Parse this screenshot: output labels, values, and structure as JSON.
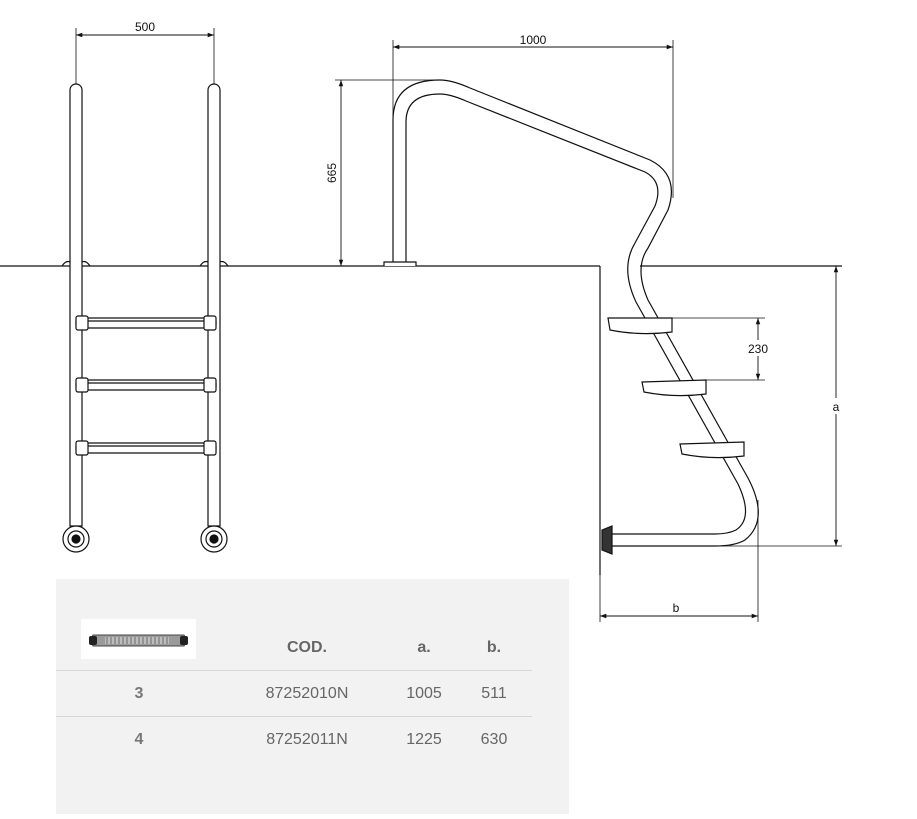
{
  "dimensions": {
    "width_front": "500",
    "reach": "1000",
    "handrail_height": "665",
    "step_spacing": "230",
    "depth_a": "a",
    "offset_b": "b"
  },
  "table": {
    "headers": [
      "",
      "COD.",
      "a.",
      "b."
    ],
    "rows": [
      {
        "steps": "3",
        "code": "87252010N",
        "a": "1005",
        "b": "511"
      },
      {
        "steps": "4",
        "code": "87252011N",
        "a": "1225",
        "b": "630"
      }
    ]
  },
  "icons": {
    "step_thumbnail": "ladder-step-tread-icon"
  }
}
